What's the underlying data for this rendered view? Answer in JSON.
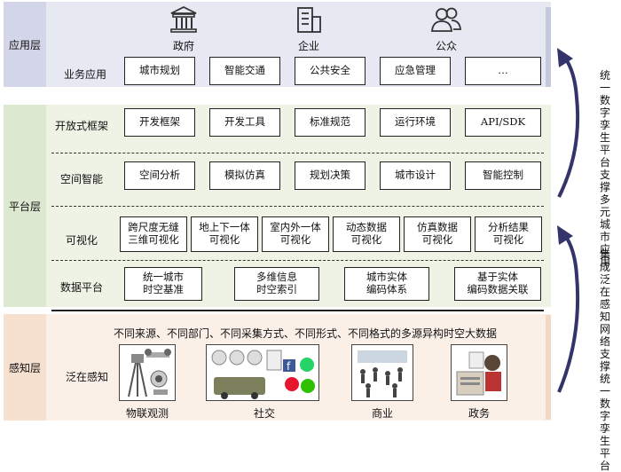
{
  "layers": {
    "app": "应用层",
    "platform": "平台层",
    "perception": "感知层"
  },
  "services": {
    "gov": "政府",
    "enterprise": "企业",
    "public": "公众"
  },
  "rows": {
    "business": {
      "label": "业务应用",
      "items": [
        "城市规划",
        "智能交通",
        "公共安全",
        "应急管理",
        "…"
      ]
    },
    "open_framework": {
      "label": "开放式框架",
      "items": [
        "开发框架",
        "开发工具",
        "标准规范",
        "运行环境",
        "API/SDK"
      ]
    },
    "spatial": {
      "label": "空间智能",
      "items": [
        "空间分析",
        "模拟仿真",
        "规划决策",
        "城市设计",
        "智能控制"
      ]
    },
    "viz": {
      "label": "可视化",
      "items": [
        "跨尺度无缝\n三维可视化",
        "地上下一体\n可视化",
        "室内外一体\n可视化",
        "动态数据\n可视化",
        "仿真数据\n可视化",
        "分析结果\n可视化"
      ]
    },
    "data": {
      "label": "数据平台",
      "items": [
        "统一城市\n时空基准",
        "多维信息\n时空索引",
        "城市实体\n编码体系",
        "基于实体\n编码数据关联"
      ]
    },
    "sensing": {
      "label": "泛在感知",
      "heading": "不同来源、不同部门、不同采集方式、不同形式、不同格式的多源异构时空大数据",
      "captions": [
        "物联观测",
        "社交",
        "商业",
        "政务"
      ]
    }
  },
  "side": {
    "upper": "统一数字孪生平台支撑多元城市应用",
    "lower": "集成泛在感知网络支撑统一数字孪生平台"
  },
  "colors": {
    "app_band": "#d9dbe9",
    "platform_band": "#e3ecd9",
    "perception_band": "#f8e4d6",
    "arrow": "#34346a"
  }
}
